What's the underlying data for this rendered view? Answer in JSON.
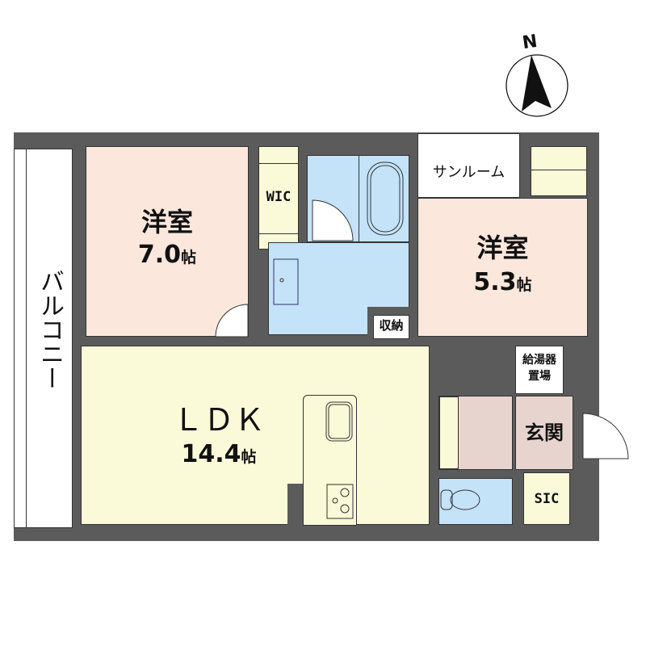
{
  "compass": {
    "label": "N",
    "icon": "north-arrow-icon"
  },
  "colors": {
    "wall": "#5b5b5b",
    "bedroom": "#fbe7dc",
    "ldk": "#fafad8",
    "wet": "#c4e2f8",
    "storage": "#fafad8",
    "entrance": "#e8d4ce",
    "balcony": "#ffffff"
  },
  "rooms": {
    "balcony": {
      "label": "バルコニー"
    },
    "bedroom1": {
      "label": "洋室",
      "size": "7.0",
      "unit": "帖"
    },
    "wic": {
      "label": "WIC"
    },
    "sunroom": {
      "label": "サンルーム"
    },
    "bedroom2": {
      "label": "洋室",
      "size": "5.3",
      "unit": "帖"
    },
    "storage": {
      "label": "収納"
    },
    "ldk": {
      "label": "ＬＤＫ",
      "size": "14.4",
      "unit": "帖"
    },
    "water_heater": {
      "label1": "給湯器",
      "label2": "置場"
    },
    "entrance": {
      "label": "玄関"
    },
    "sic": {
      "label": "SIC"
    }
  }
}
